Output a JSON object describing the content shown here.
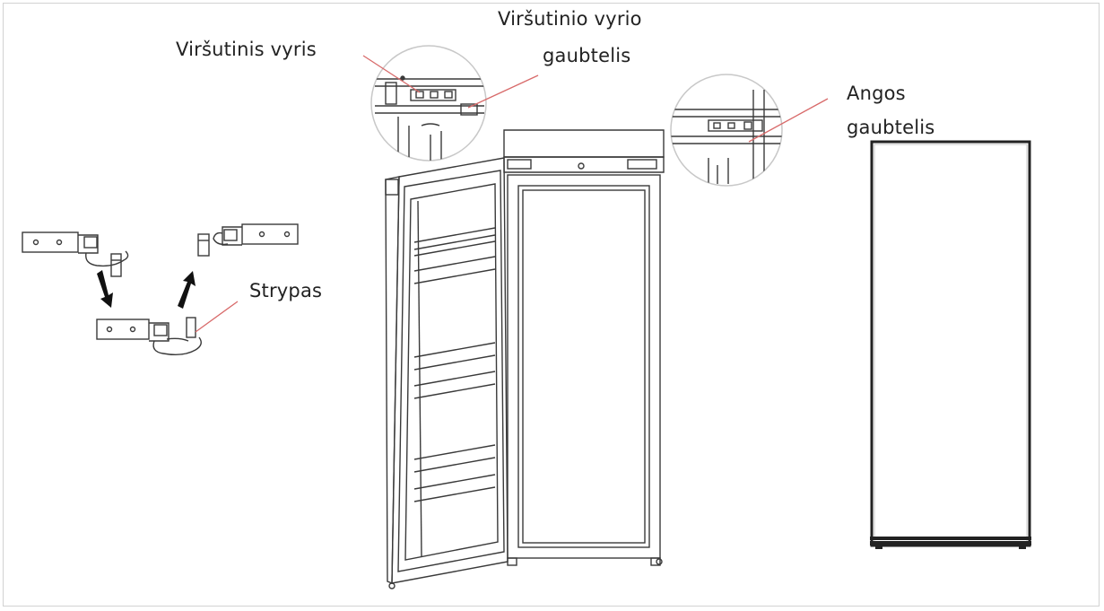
{
  "labels": {
    "upper_hinge": "Viršutinis vyris",
    "upper_hinge_cover_line1": "Viršutinio vyrio",
    "upper_hinge_cover_line2": "gaubtelis",
    "hole_cover_line1": "Angos",
    "hole_cover_line2": "gaubtelis",
    "rod": "Strypas"
  },
  "colors": {
    "line": "#3a3a3a",
    "leader": "#d86a6a",
    "background": "#ffffff",
    "border": "#d2d2d2"
  }
}
